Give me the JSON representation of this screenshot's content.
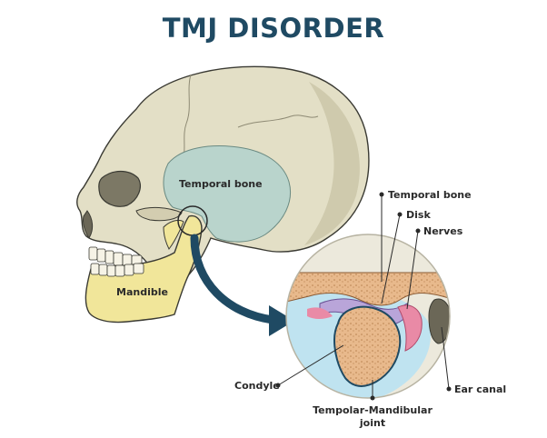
{
  "title": "TMJ DISORDER",
  "labels": {
    "temporal_bone": "Temporal bone",
    "mandible": "Mandible",
    "inset_temporal_bone": "Temporal bone",
    "disk": "Disk",
    "nerves": "Nerves",
    "ear_canal": "Ear canal",
    "condyle": "Condyle",
    "joint_line1": "Tempolar-Mandibular",
    "joint_line2": "joint"
  },
  "colors": {
    "title": "#1f4a63",
    "skull": "#e3dfc6",
    "skull_shadow": "#c9c4a6",
    "temporal": "#b9d4cc",
    "mandible": "#f1e69a",
    "arrow": "#1f4a63",
    "bone_orange": "#e8b98c",
    "disk_purple": "#b9a5d9",
    "nerve_pink": "#e98aa6",
    "fluid_blue": "#bfe3f0",
    "inset_bg": "#ece9dc"
  }
}
